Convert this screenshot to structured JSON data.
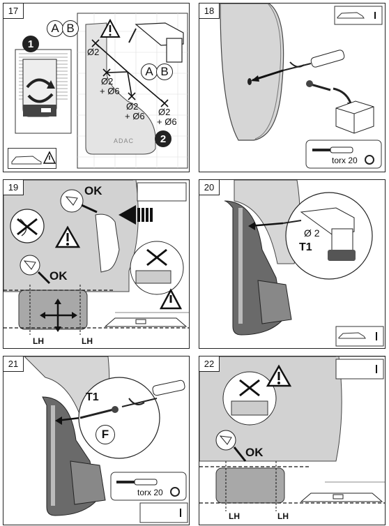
{
  "steps": [
    {
      "number": "17",
      "labels": {
        "ab": "A",
        "b": "B",
        "one": "1",
        "two": "2",
        "d1": "Ø2",
        "d2a": "Ø2",
        "d2b": "+ Ø6",
        "d3a": "Ø2",
        "d3b": "+ Ø6",
        "d4a": "Ø2",
        "d4b": "+ Ø6",
        "brand": "ADAC"
      }
    },
    {
      "number": "18",
      "labels": {
        "tool": "torx 20"
      }
    },
    {
      "number": "19",
      "labels": {
        "ok_top": "OK",
        "ok_bottom": "OK",
        "lh_left": "LH",
        "lh_right": "LH"
      }
    },
    {
      "number": "20",
      "labels": {
        "drill_size": "Ø 2",
        "tool_code": "T1"
      }
    },
    {
      "number": "21",
      "labels": {
        "tool_code": "T1",
        "fastener": "F",
        "tool": "torx 20"
      }
    },
    {
      "number": "22",
      "labels": {
        "ok": "OK",
        "lh_left": "LH",
        "lh_right": "LH"
      }
    }
  ],
  "icons": [
    "car-warning-icon",
    "warning-icon",
    "torx-icon",
    "crossed-out-icon",
    "level-icon"
  ]
}
